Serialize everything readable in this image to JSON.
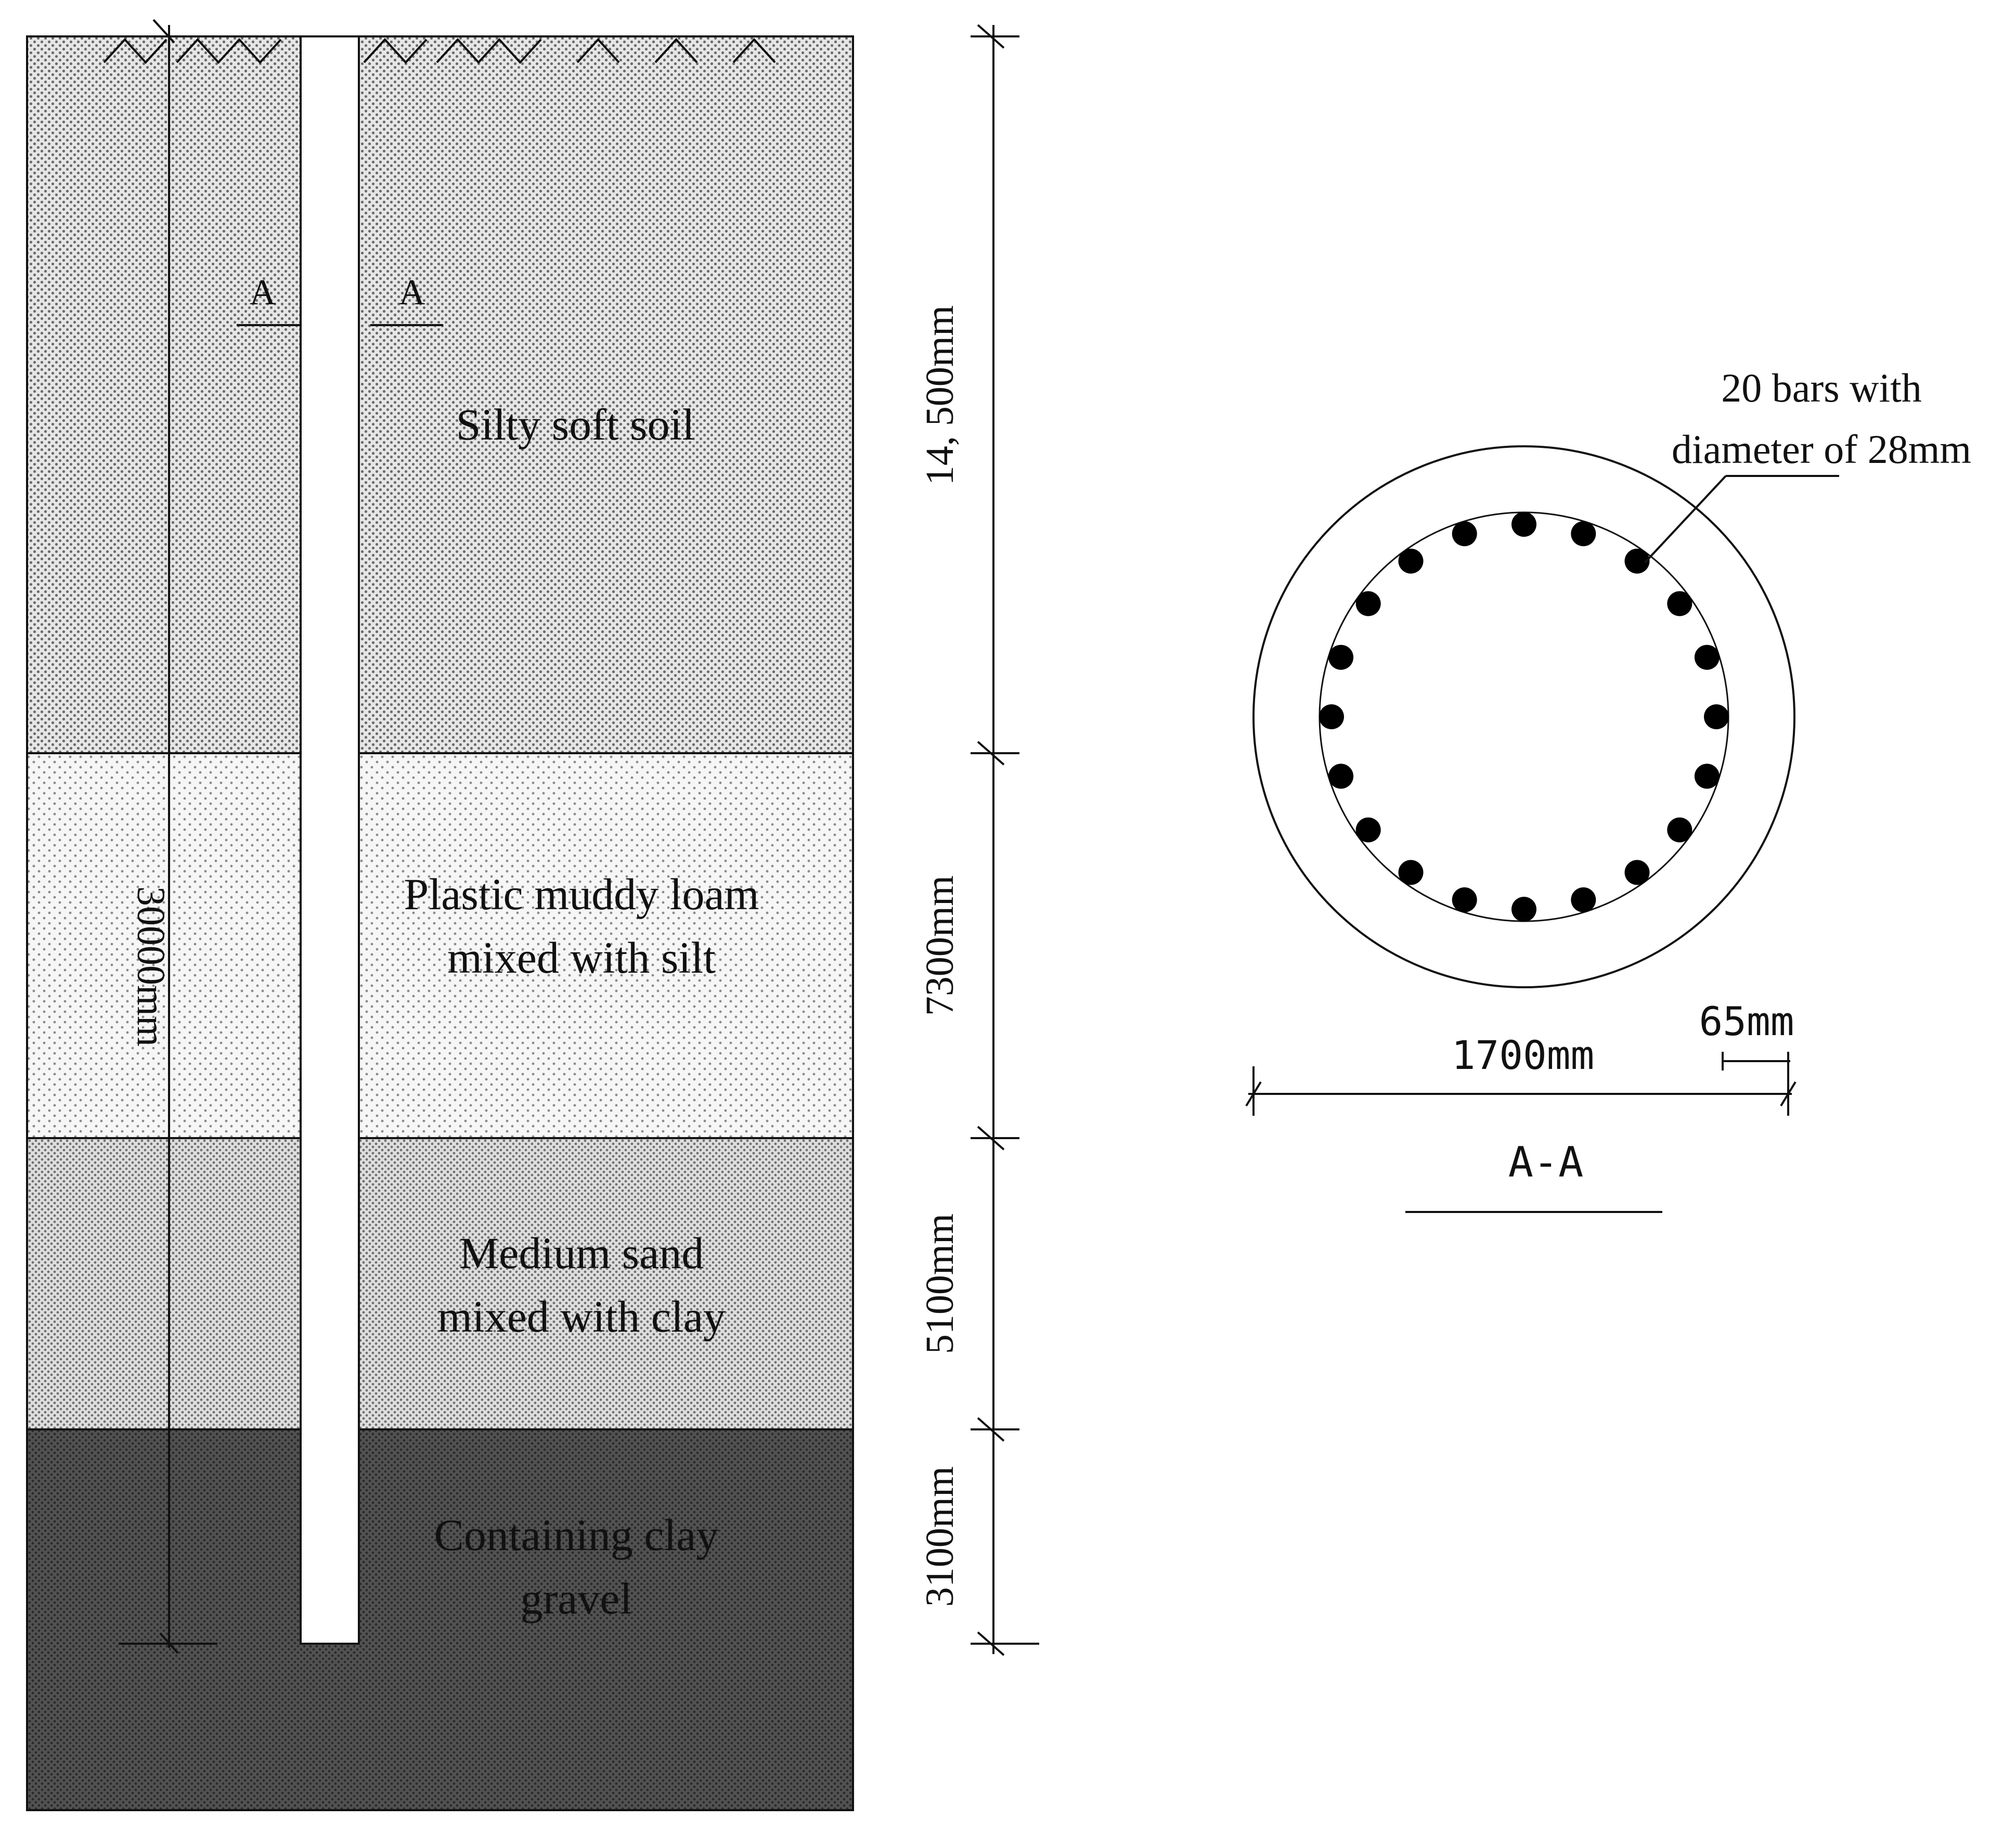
{
  "layers": [
    {
      "name_lines": [
        "Silty soft soil"
      ],
      "thickness": "14, 500mm",
      "fill": "#d8d8d8"
    },
    {
      "name_lines": [
        "Plastic muddy loam",
        "mixed with silt"
      ],
      "thickness": "7300mm",
      "fill": "#ededed"
    },
    {
      "name_lines": [
        "Medium sand",
        "mixed with clay"
      ],
      "thickness": "5100mm",
      "fill": "#cfcfcf"
    },
    {
      "name_lines": [
        "Containing clay",
        "gravel"
      ],
      "thickness": "3100mm",
      "fill": "#5e5e5e"
    }
  ],
  "pile": {
    "length": "30000mm",
    "section_mark": "A"
  },
  "cross_section": {
    "title": "A-A",
    "rebar_label": [
      "20 bars with",
      "diameter of 28mm"
    ],
    "bar_count": 20,
    "diameter": "1700mm",
    "cover": "65mm"
  }
}
